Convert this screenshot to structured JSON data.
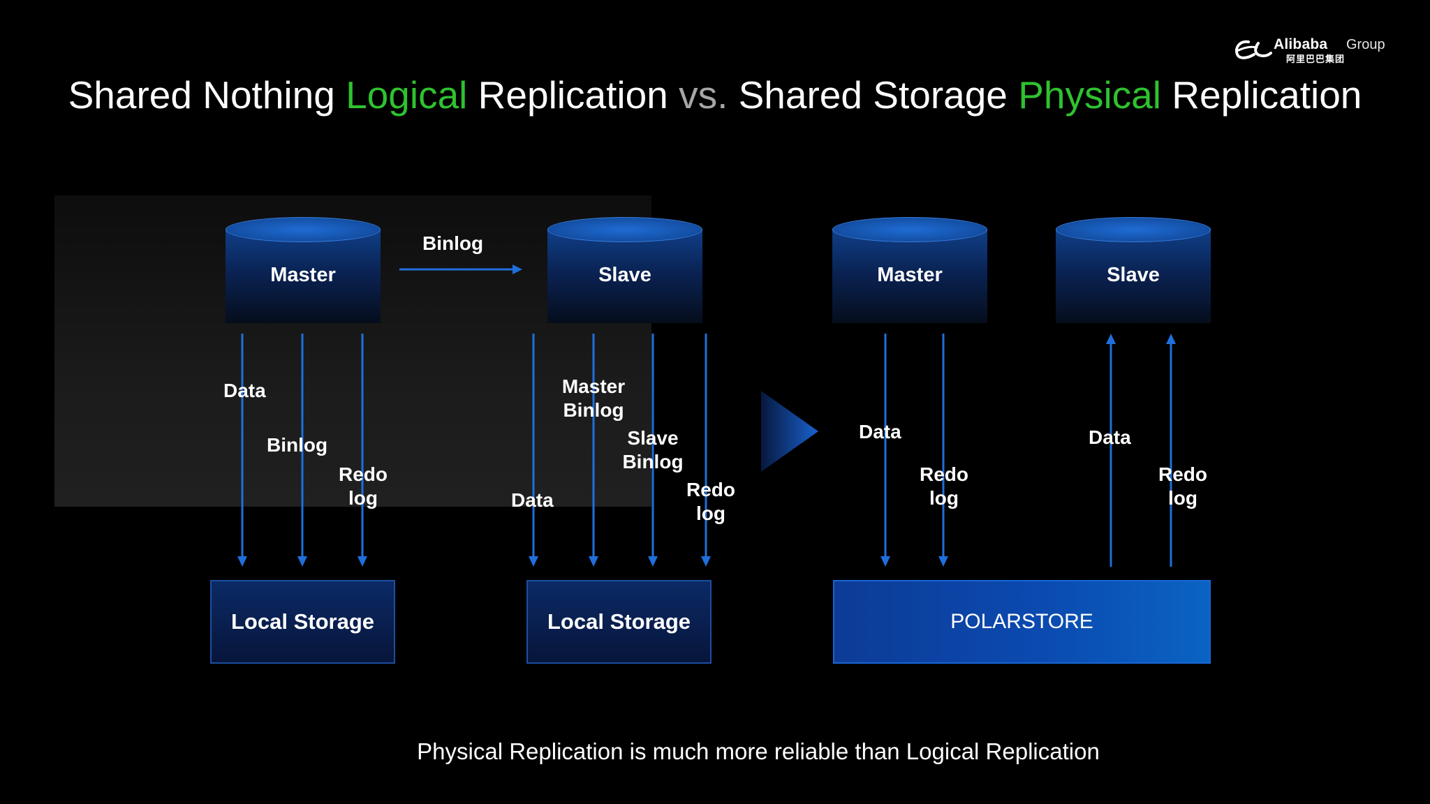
{
  "logo": {
    "brand": "Alibaba",
    "group": "Group",
    "chinese": "阿里巴巴集团"
  },
  "title": {
    "part1": "Shared Nothing ",
    "highlight1": "Logical",
    "part2": " Replication ",
    "vs": "vs.",
    "part3": " Shared Storage ",
    "highlight2": "Physical",
    "part4": " Replication"
  },
  "left_diagram": {
    "master": "Master",
    "slave": "Slave",
    "binlog_arrow_label": "Binlog",
    "master_links": [
      "Data",
      "Binlog",
      "Redo log"
    ],
    "slave_links": [
      "Data",
      "Master Binlog",
      "Slave Binlog",
      "Redo log"
    ],
    "master_storage": "Local Storage",
    "slave_storage": "Local Storage"
  },
  "right_diagram": {
    "master": "Master",
    "slave": "Slave",
    "master_links": [
      "Data",
      "Redo log"
    ],
    "slave_links": [
      "Data",
      "Redo log"
    ],
    "storage": "POLARSTORE"
  },
  "caption": "Physical Replication is much more reliable than Logical Replication",
  "colors": {
    "accent_green": "#2fc22f",
    "arrow_blue": "#1f6fdc",
    "vs_gray": "#a6a6a6",
    "background": "#000000"
  }
}
